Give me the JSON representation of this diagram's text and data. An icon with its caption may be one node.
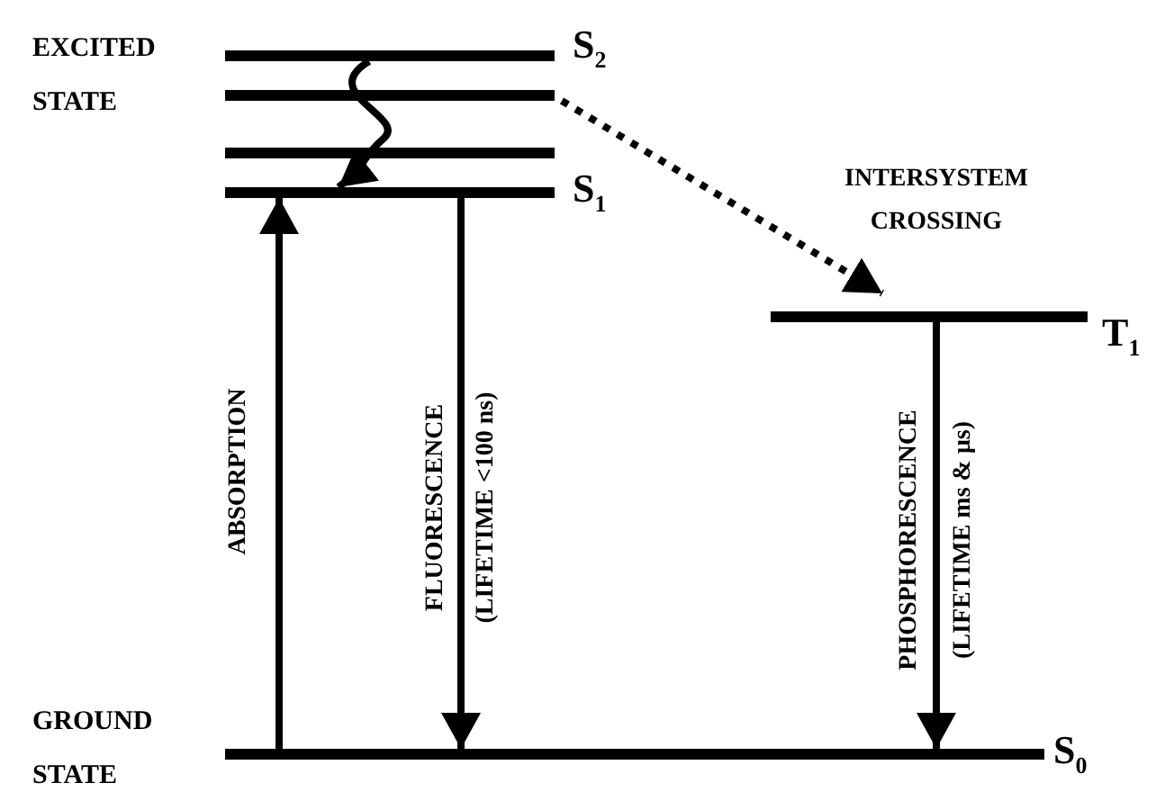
{
  "diagram": {
    "nodes": [
      {
        "text": [
          "S$_{2}$"
        ]
      },
      {
        "text": [],
        "shape": "bar"
      },
      {
        "text": [],
        "shape": "bar"
      },
      {
        "text": [
          "S$_{1}$"
        ]
      },
      {
        "text": [
          "T$_{1}$"
        ]
      },
      {
        "text": [
          "S$_{0}$"
        ]
      }
    ],
    "edges": [
      {
        "from": 0,
        "to": 3,
        "arrow": "to"
      },
      {
        "from": 1,
        "to": 4,
        "arrow": "to",
        "style": "dashed",
        "label": "INTERSYSTEM CROSSING"
      },
      {
        "from": 5,
        "to": 3,
        "arrow": "to",
        "label": "ABSORPTION"
      },
      {
        "from": 3,
        "to": 5,
        "arrow": "to",
        "label": "FLUORESCENCE (LIFETIME <100 ns)"
      },
      {
        "from": 4,
        "to": 5,
        "arrow": "to",
        "label": "PHOSPHORESCENCE (LIFETIME ms & μs)"
      }
    ],
    "labels": [
      "EXCITED STATE",
      "GROUND STATE"
    ]
  }
}
